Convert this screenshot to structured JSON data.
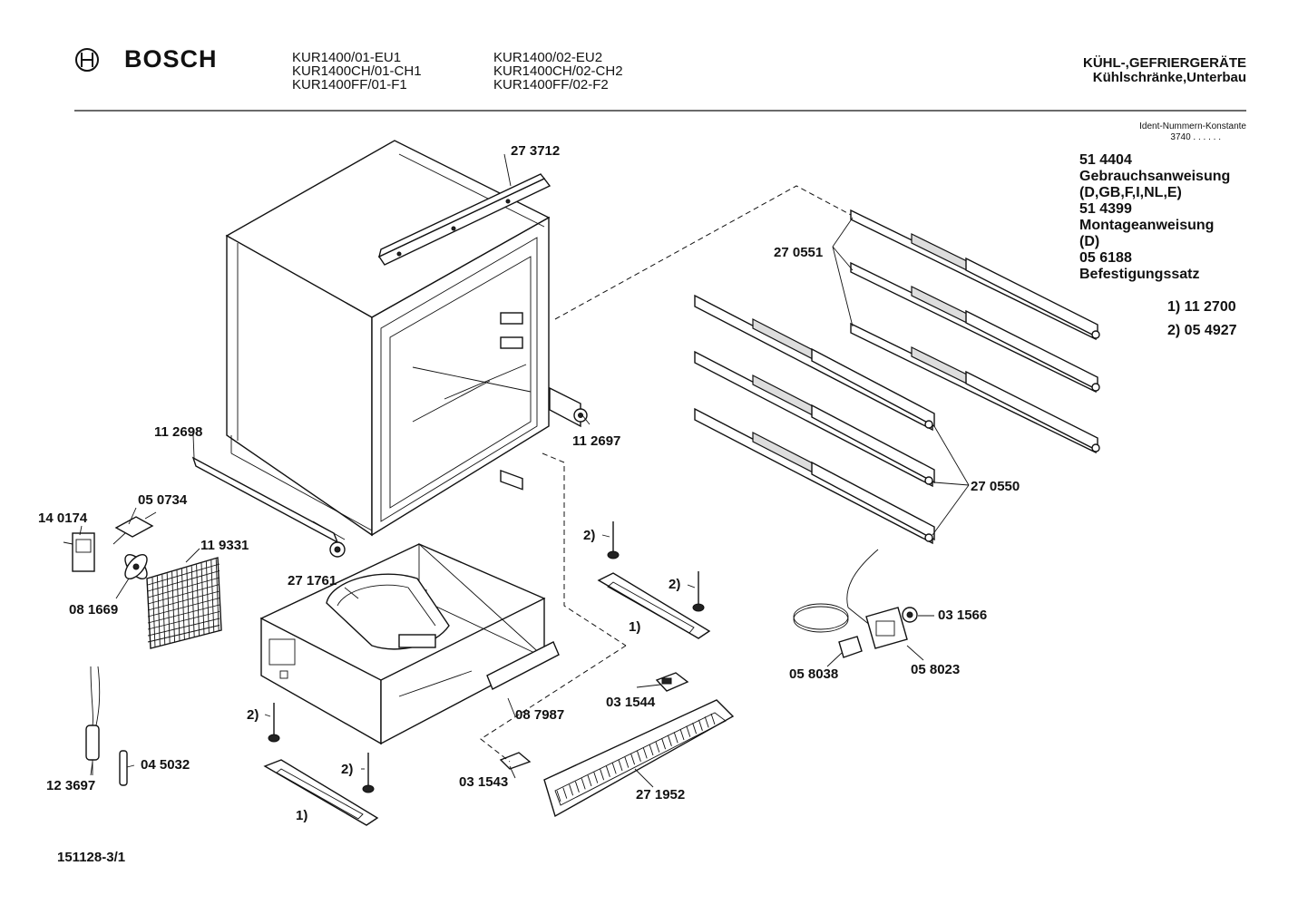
{
  "header": {
    "brand": "BOSCH",
    "models_col1": [
      "KUR1400/01-EU1",
      "KUR1400CH/01-CH1",
      "KUR1400FF/01-F1"
    ],
    "models_col2": [
      "KUR1400/02-EU2",
      "KUR1400CH/02-CH2",
      "KUR1400FF/02-F2"
    ],
    "category_line1": "KÜHL-,GEFRIERGERÄTE",
    "category_line2": "Kühlschränke,Unterbau"
  },
  "sidebar": {
    "ident_label": "Ident-Nummern-Konstante",
    "ident_value": "3740  . .   . . . .",
    "items": [
      {
        "number": "51 4404",
        "text": "Gebrauchsanweisung"
      },
      {
        "number": "",
        "text": "(D,GB,F,I,NL,E)"
      },
      {
        "number": "51 4399",
        "text": "Montageanweisung"
      },
      {
        "number": "",
        "text": "(D)"
      },
      {
        "number": "05 6188",
        "text": "Befestigungssatz"
      }
    ],
    "notes": [
      "1) 11 2700",
      "2) 05 4927"
    ]
  },
  "parts": {
    "p273712": "27 3712",
    "p270551": "27 0551",
    "p270550": "27 0550",
    "p112698": "11 2698",
    "p112697": "11 2697",
    "p050734": "05 0734",
    "p140174": "14 0174",
    "p119331": "11 9331",
    "p081669": "08 1669",
    "p271761": "27 1761",
    "p123697": "12 3697",
    "p045032": "04 5032",
    "p087987": "08 7987",
    "p031544": "03 1544",
    "p031543": "03 1543",
    "p271952": "27 1952",
    "p031566": "03 1566",
    "p058038": "05 8038",
    "p058023": "05 8023"
  },
  "callouts": {
    "two": "2)",
    "one": "1)"
  },
  "footer": {
    "doc_number": "151128-3/1"
  }
}
